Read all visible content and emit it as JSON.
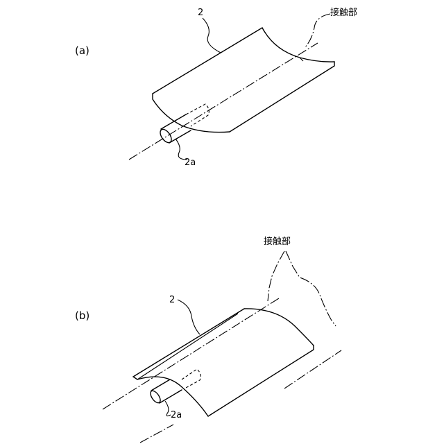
{
  "panels": [
    {
      "id": "a",
      "label": "(a)",
      "part_label": "2",
      "rod_label": "2a",
      "contact_label": "接触部"
    },
    {
      "id": "b",
      "label": "(b)",
      "part_label": "2",
      "rod_label": "2a",
      "contact_label": "接触部"
    }
  ]
}
